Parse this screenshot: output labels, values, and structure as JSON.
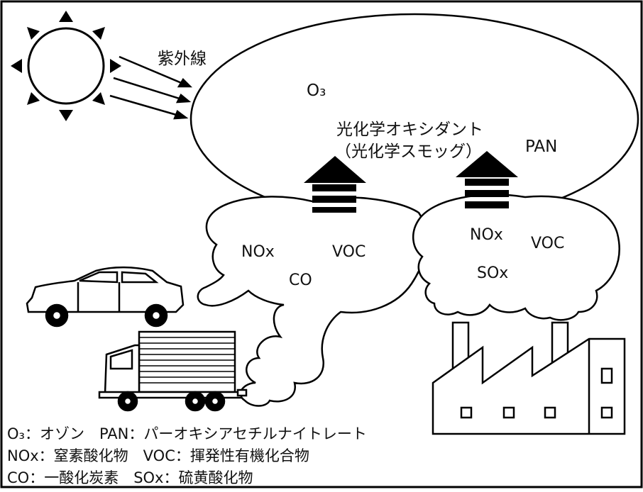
{
  "labels": {
    "uv": "紫外線",
    "o3": "O₃",
    "oxidant": "光化学オキシダント",
    "smog": "（光化学スモッグ）",
    "pan": "PAN",
    "cloud_left": {
      "nox": "NOx",
      "voc": "VOC",
      "co": "CO"
    },
    "cloud_right": {
      "nox": "NOx",
      "voc": "VOC",
      "sox": "SOx"
    }
  },
  "legend": [
    "O₃：オゾン　PAN：パーオキシアセチルナイトレート",
    "NOx：窒素酸化物　VOC：揮発性有機化合物",
    "CO：一酸化炭素　SOx：硫黄酸化物"
  ]
}
